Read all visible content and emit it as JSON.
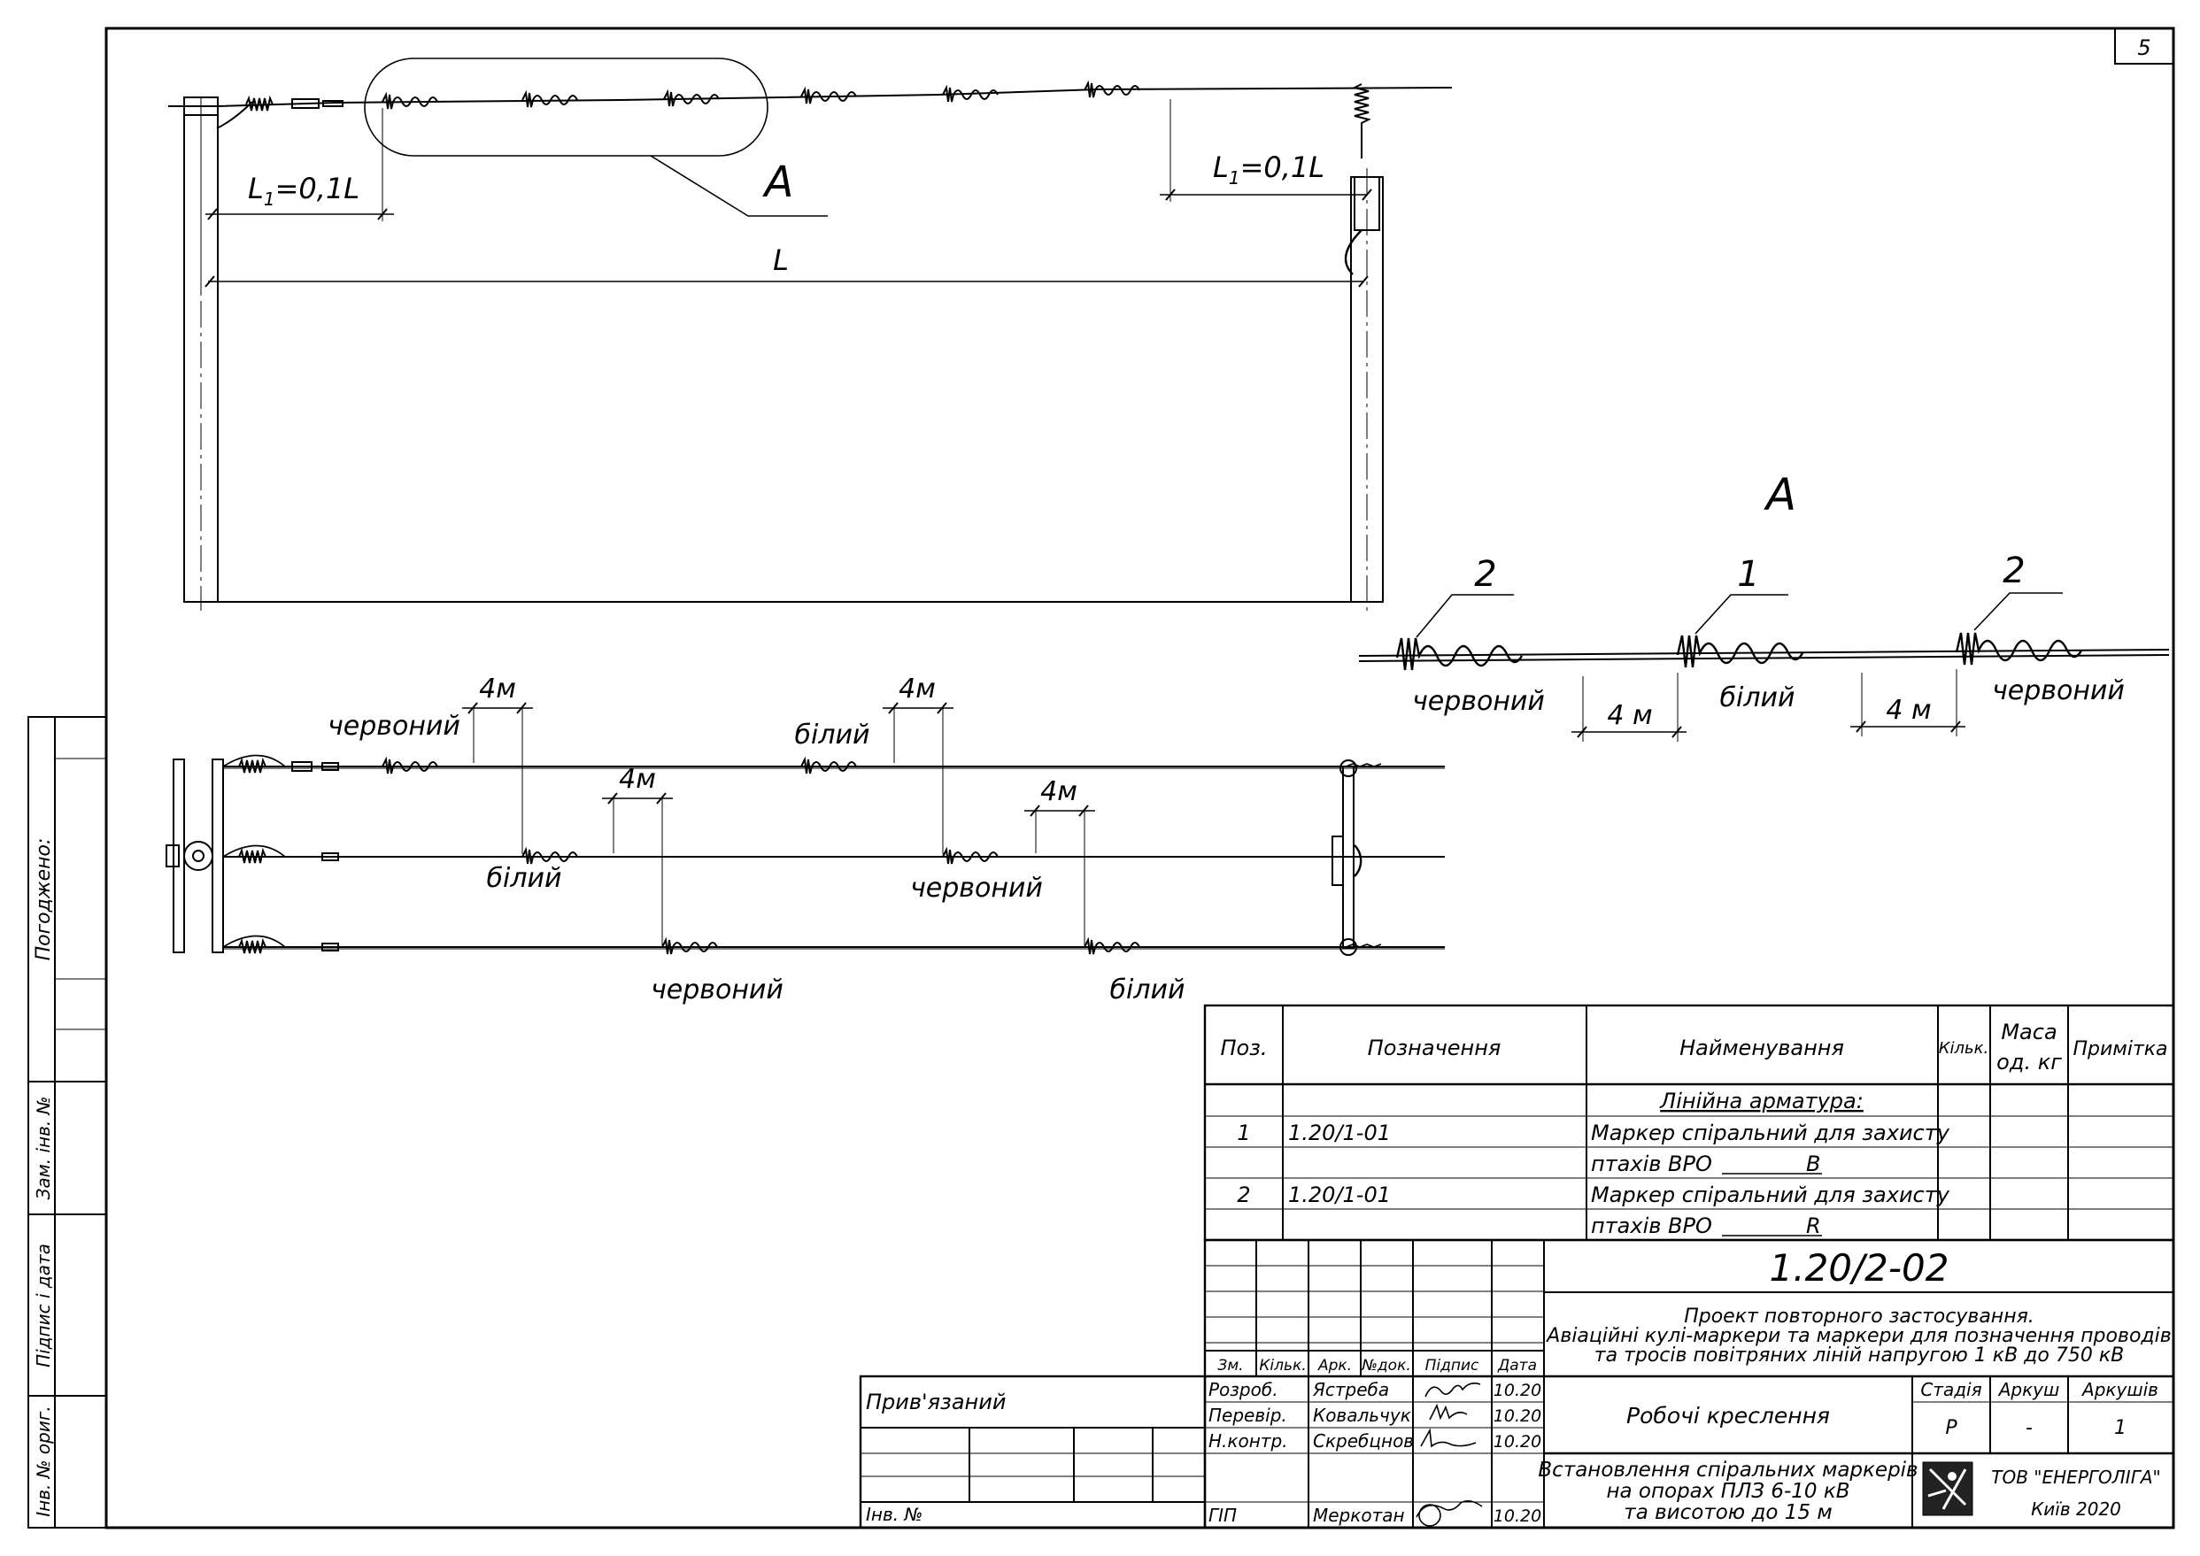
{
  "sheet": {
    "page_number": "5",
    "designation": "1.20/2-02",
    "project_line1": "Проект повторного застосування.",
    "project_line2": "Авіаційні кулі-маркери та маркери для позначення проводів",
    "project_line3": "та тросів повітряних ліній напругою 1 кВ до 750 кВ",
    "doc_type": "Робочі креслення",
    "sheet_title_line1": "Встановлення спіральних маркерів",
    "sheet_title_line2": "на опорах ПЛЗ 6-10 кВ",
    "sheet_title_line3": "та висотою до 15 м",
    "company": "ТОВ \"ЕНЕРГОЛІГА\"",
    "city_year": "Київ 2020"
  },
  "stage_block": {
    "h_stage": "Стадія",
    "h_sheet": "Аркуш",
    "h_sheets": "Аркушів",
    "stage": "Р",
    "sheet": "-",
    "sheets": "1"
  },
  "revision_header": {
    "zm": "Зм.",
    "kilk": "Кільк.",
    "ark": "Арк.",
    "ndok": "№док.",
    "pidpys": "Підпис",
    "data": "Дата"
  },
  "signatures": [
    {
      "role": "Розроб.",
      "name": "Ястреба",
      "date": "10.20"
    },
    {
      "role": "Перевір.",
      "name": "Ковальчук",
      "date": "10.20"
    },
    {
      "role": "Н.контр.",
      "name": "Скребцнов",
      "date": "10.20"
    },
    {
      "role": "ГІП",
      "name": "Меркотан",
      "date": "10.20"
    }
  ],
  "binding": {
    "label": "Прив'язаний",
    "inv": "Інв. №"
  },
  "side_stamp": {
    "agreed": "Погоджено:",
    "zam_inv": "Зам. інв. №",
    "sign_date": "Підпис і дата",
    "inv_orig": "Інв. № ориг."
  },
  "spec_table": {
    "headers": {
      "pos": "Поз.",
      "designation": "Позначення",
      "name": "Найменування",
      "qty": "Кільк.",
      "mass_1": "Маса",
      "mass_2": "од. кг",
      "note": "Примітка"
    },
    "section": "Лінійна арматура:",
    "rows": [
      {
        "pos": "1",
        "designation": "1.20/1-01",
        "name_1": "Маркер спіральний для захисту",
        "name_2": "птахів ВРО",
        "suffix": "В"
      },
      {
        "pos": "2",
        "designation": "1.20/1-01",
        "name_1": "Маркер спіральний для захисту",
        "name_2": "птахів ВРО",
        "suffix": "R"
      }
    ]
  },
  "elevation": {
    "dim_l1_left": "L",
    "dim_l1_left_sub": "1",
    "dim_l1_left_val": "=0,1L",
    "dim_l1_right": "L",
    "dim_l1_right_sub": "1",
    "dim_l1_right_val": "=0,1L",
    "dim_span": "L",
    "callout": "А"
  },
  "detail_a": {
    "title": "А",
    "pos_left": "2",
    "pos_mid": "1",
    "pos_right": "2",
    "color_left": "червоний",
    "color_mid": "білий",
    "color_right": "червоний",
    "gap_1": "4 м",
    "gap_2": "4 м"
  },
  "plan": {
    "top_1": "червоний",
    "top_2": "білий",
    "mid_1": "білий",
    "mid_2": "червоний",
    "bot_1": "червоний",
    "bot_2": "білий",
    "dim_1": "4м",
    "dim_2": "4м",
    "dim_3": "4м",
    "dim_4": "4м"
  }
}
